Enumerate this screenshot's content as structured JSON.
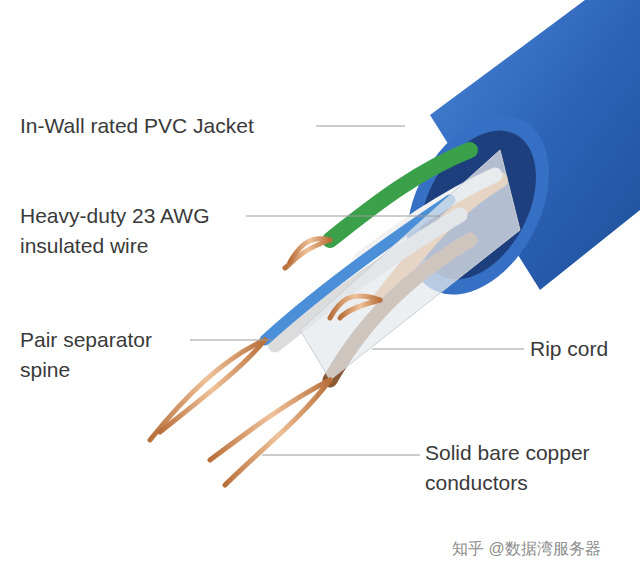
{
  "diagram": {
    "labels": [
      "In-Wall rated PVC Jacket",
      "Heavy-duty 23 AWG insulated wire",
      "Pair separator spine",
      "Rip cord",
      "Solid bare copper conductors",
      "知乎 @数据湾服务器"
    ]
  }
}
